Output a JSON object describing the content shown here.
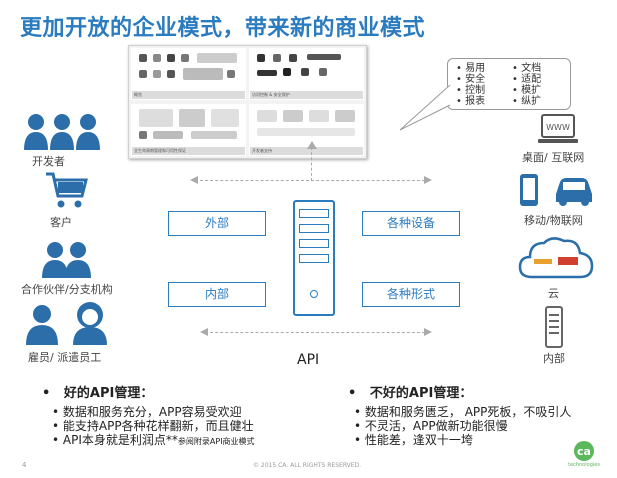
{
  "title": "更加开放的企业模式，带来新的商业模式",
  "thumbnail": {
    "q1_caption": "概览",
    "q2_caption": "访问控制 & 安全保护",
    "q3_caption": "全生命周期管理和可用性保证",
    "q4_caption": "开发者支持"
  },
  "callout": {
    "col1": [
      "易用",
      "安全",
      "控制",
      "报表"
    ],
    "col2": [
      "文档",
      "适配",
      "模扩",
      "纵扩"
    ]
  },
  "left_groups": {
    "developers": "开发者",
    "customers": "客户",
    "partners": "合作伙伴/分支机构",
    "employees": "雇员/ 派遣员工"
  },
  "right_groups": {
    "web": "桌面/ 互联网",
    "www": "WWW",
    "mobile": "移动/物联网",
    "cloud": "云",
    "internal": "内部"
  },
  "center": {
    "external": "外部",
    "internal": "内部",
    "devices": "各种设备",
    "forms": "各种形式",
    "api_label": "API"
  },
  "good": {
    "heading": "好的API管理：",
    "items": [
      "数据和服务充分，APP容易受欢迎",
      "能支持APP各种花样翻新，而且健壮",
      "API本身就是利润点**"
    ],
    "note": "参阅附录API商业模式"
  },
  "bad": {
    "heading": "不好的API管理：",
    "items": [
      "数据和服务匮乏， APP死板，不吸引人",
      "不灵活，APP做新功能很慢",
      "性能差，逢双十一垮"
    ]
  },
  "footer": {
    "page": "4",
    "copyright": "© 2015 CA. ALL RIGHTS RESERVED.",
    "logo_text": "ca",
    "logo_sub": "technologies"
  },
  "colors": {
    "accent": "#2b7bbf",
    "icon": "#2b6ea9",
    "logo": "#5cb85c"
  }
}
